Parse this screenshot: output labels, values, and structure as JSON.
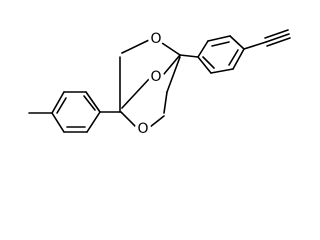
{
  "diagram": {
    "atoms": [
      {
        "element": "O",
        "label": "O"
      },
      {
        "element": "O",
        "label": "O"
      },
      {
        "element": "O",
        "label": "O"
      }
    ],
    "colors": {
      "bond": "#000000",
      "background": "#ffffff"
    }
  }
}
